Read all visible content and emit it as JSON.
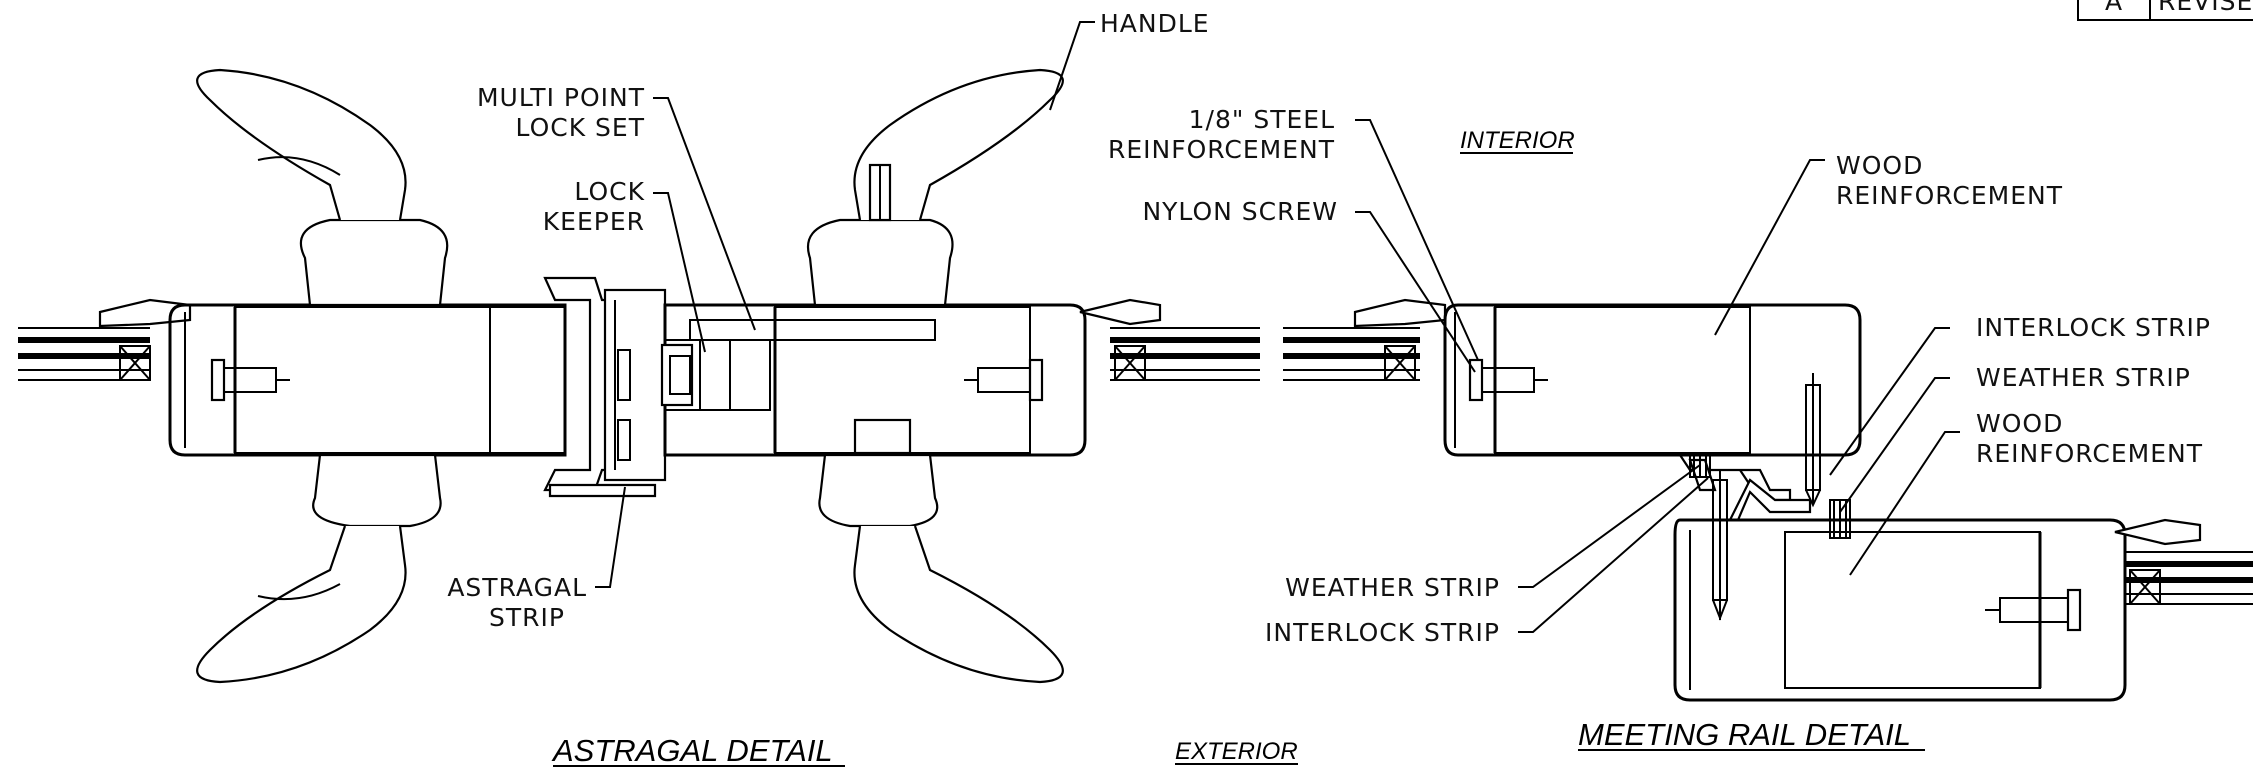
{
  "revision_box": {
    "letter": "A",
    "text": "REVISED"
  },
  "astragal": {
    "title": "ASTRAGAL DETAIL",
    "labels": {
      "handle": "HANDLE",
      "multi_point_1": "MULTI POINT",
      "multi_point_2": "LOCK SET",
      "lock_keeper_1": "LOCK",
      "lock_keeper_2": "KEEPER",
      "astragal_strip_1": "ASTRAGAL",
      "astragal_strip_2": "STRIP"
    }
  },
  "orientation": {
    "interior": "INTERIOR",
    "exterior": "EXTERIOR"
  },
  "meeting_rail": {
    "title": "MEETING RAIL DETAIL",
    "labels": {
      "steel_1": "1/8\" STEEL",
      "steel_2": "REINFORCEMENT",
      "nylon_screw": "NYLON SCREW",
      "wood_reinf_top_1": "WOOD",
      "wood_reinf_top_2": "REINFORCEMENT",
      "interlock_strip_right": "INTERLOCK STRIP",
      "weather_strip_right": "WEATHER STRIP",
      "wood_reinf_bottom_1": "WOOD",
      "wood_reinf_bottom_2": "REINFORCEMENT",
      "weather_strip_left": "WEATHER STRIP",
      "interlock_strip_left": "INTERLOCK STRIP"
    }
  }
}
